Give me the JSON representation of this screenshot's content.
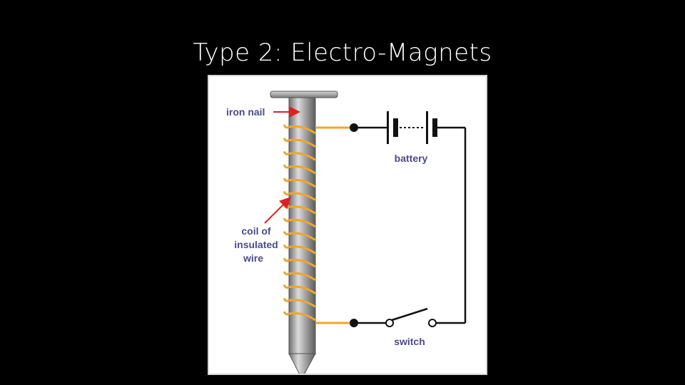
{
  "slide": {
    "title": "Type 2: Electro-Magnets"
  },
  "diagram": {
    "labels": {
      "iron_nail": "iron nail",
      "coil_line1": "coil of",
      "coil_line2": "insulated",
      "coil_line3": "wire",
      "battery": "battery",
      "switch": "switch"
    },
    "colors": {
      "label_text": "#4a4a8c",
      "arrow": "#e02020",
      "coil": "#f2a52a",
      "wire": "#111111",
      "nail": "#9a9a9a"
    }
  }
}
